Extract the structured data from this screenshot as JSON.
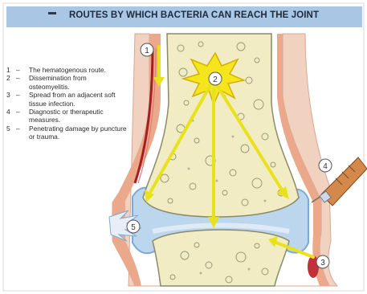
{
  "title": "ROUTES BY WHICH BACTERIA CAN REACH THE JOINT",
  "legend": [
    {
      "num": "1",
      "text": "The hematogenous route."
    },
    {
      "num": "2",
      "text": "Dissemination from osteomyelitis."
    },
    {
      "num": "3",
      "text": "Spread from an adjacent soft tissue infection."
    },
    {
      "num": "4",
      "text": "Diagnostic or therapeutic measures."
    },
    {
      "num": "5",
      "text": "Penetrating damage by puncture or trauma."
    }
  ],
  "markers": [
    "1",
    "2",
    "3",
    "4",
    "5"
  ],
  "legend_dash": "–",
  "colors": {
    "title_bar": "#a9c6e4",
    "bone": "#f1ecc4",
    "soft_tissue": "#eeb49a",
    "joint_space": "#bcd6ee",
    "arrow": "#e8e21e",
    "vessel": "#a51f1f"
  }
}
